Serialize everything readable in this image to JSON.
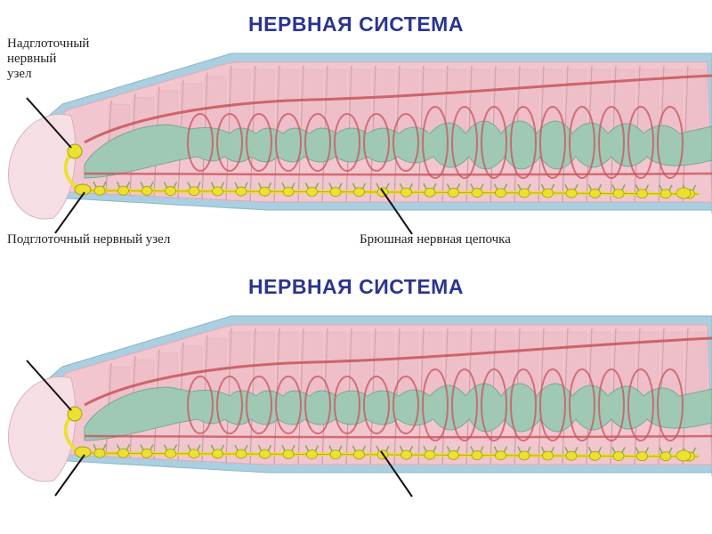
{
  "slides": [
    {
      "title": "НЕРВНАЯ СИСТЕМА",
      "labels": {
        "supraesophageal": [
          "Надглоточный",
          "нервный",
          "узел"
        ],
        "subesophageal": "Подглоточный нервный узел",
        "ventral_chain": "Брюшная нервная цепочка"
      }
    },
    {
      "title": "НЕРВНАЯ СИСТЕМА"
    }
  ],
  "colors": {
    "title": "#2b3590",
    "body_pink": "#f2c6cf",
    "back_blue": "#a9cfe0",
    "gut_green": "#9ccab4",
    "vessel_red": "#c9525a",
    "nerve_yellow": "#ece030",
    "segment_line": "#b58a92"
  }
}
